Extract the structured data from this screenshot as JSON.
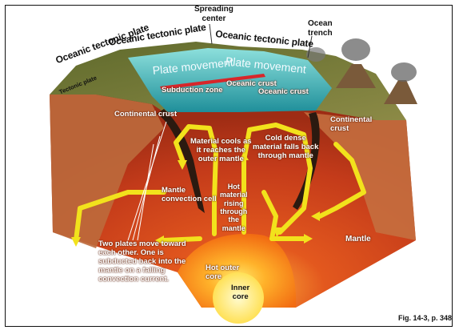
{
  "labels": {
    "spreading_center": "Spreading\ncenter",
    "ocean_trench": "Ocean\ntrench",
    "oceanic_plate_1": "Oceanic tectonic plate",
    "oceanic_plate_2": "Oceanic tectonic plate",
    "oceanic_plate_3": "Oceanic tectonic plate",
    "tectonic_plate": "Tectonic plate",
    "plate_movement_1": "Plate movement",
    "plate_movement_2": "Plate movement",
    "subduction_zone": "Subduction zone",
    "oceanic_crust_1": "Oceanic crust",
    "oceanic_crust_2": "Oceanic crust",
    "continental_crust_left": "Continental crust",
    "continental_crust_right": "Continental\ncrust",
    "material_cools": "Material cools as\nit reaches the\nouter mantle",
    "cold_dense": "Cold dense\nmaterial falls back\nthrough mantle",
    "hot_material": "Hot\nmaterial\nrising\nthrough\nthe\nmantle",
    "mantle_convection_cell": "Mantle\nconvection cell",
    "two_plates": "Two plates move toward\neach other. One is\nsubducted back into the\nmantle on a falling\nconvection current.",
    "mantle": "Mantle",
    "hot_outer_core": "Hot outer\ncore",
    "inner_core": "Inner\ncore",
    "figure_ref": "Fig. 14-3, p. 348"
  },
  "colors": {
    "ocean": "#3fb8b8",
    "continent": "#7a7a36",
    "crust": "#c86a3a",
    "mantle": "#c8401c",
    "outer_core": "#ff8c1a",
    "inner_core": "#ffe56a",
    "arrow": "#f2e21c"
  }
}
